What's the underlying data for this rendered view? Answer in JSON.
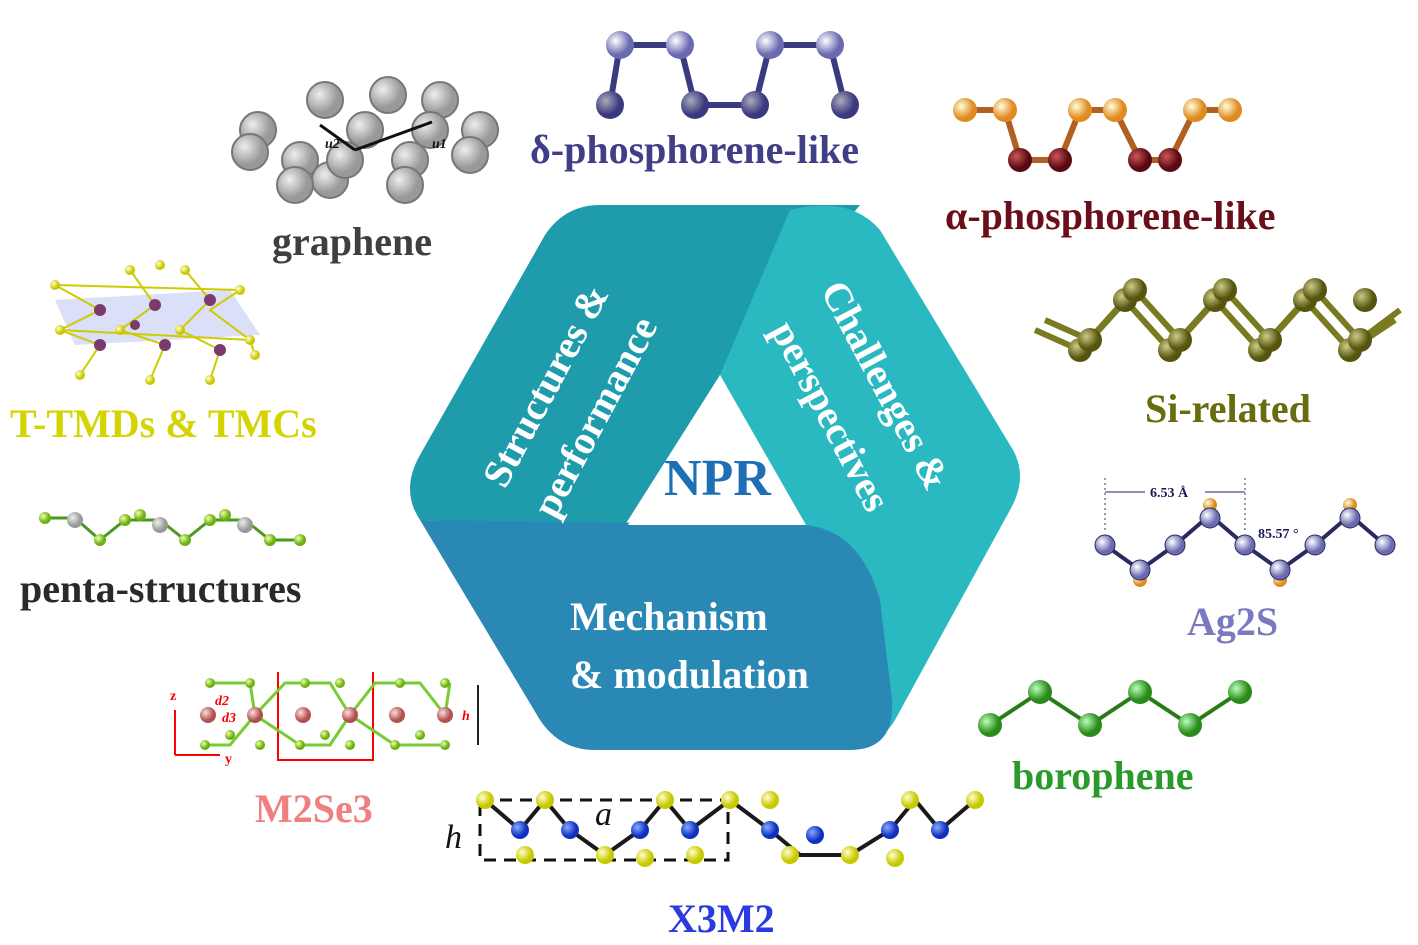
{
  "center": {
    "title": "NPR",
    "structures_line1": "Structures &",
    "structures_line2": "performance",
    "challenges_line1": "Challenges &",
    "challenges_line2": "perspectives",
    "mechanism_line1": "Mechanism",
    "mechanism_line2": "& modulation"
  },
  "materials": {
    "graphene": "graphene",
    "delta_phosphorene": "δ-phosphorene-like",
    "alpha_phosphorene": "α-phosphorene-like",
    "tmds": "T-TMDs & TMCs",
    "si": "Si-related",
    "penta": "penta-structures",
    "ag2s": "Ag2S",
    "m2se3": "M2Se3",
    "borophene": "borophene",
    "x3m2": "X3M2"
  },
  "annotations": {
    "graphene_u1": "u1",
    "graphene_u2": "u2",
    "ag2s_length": "6.53 Å",
    "ag2s_angle": "85.57 °",
    "m2se3_z": "z",
    "m2se3_y": "y",
    "m2se3_d2": "d2",
    "m2se3_d3": "d3",
    "m2se3_h": "h",
    "x3m2_a": "a",
    "x3m2_h": "h"
  },
  "colors": {
    "band_left": "#1f9cab",
    "band_right": "#2bb9c1",
    "band_bottom": "#2a88b5",
    "npr": "#1f6fb5"
  }
}
